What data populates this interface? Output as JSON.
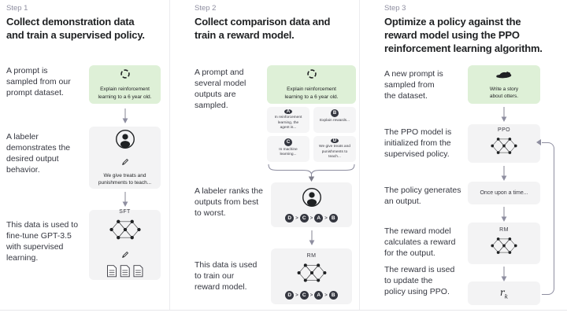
{
  "colors": {
    "prompt_box_green": "#def0d7",
    "model_box_gray": "#f3f3f4",
    "node_dark": "#353740",
    "step_label_gray": "#8e8ea0"
  },
  "step1": {
    "label": "Step 1",
    "heading": "Collect demonstration data\nand train a supervised policy.",
    "prompt_caption": "A prompt is\nsampled from our\nprompt dataset.",
    "prompt_box_text": "Explain reinforcement\nlearning to a 6 year old.",
    "labeler_caption": "A labeler\ndemonstrates the\ndesired output\nbehavior.",
    "labeler_box_text": "We give treats and\npunishments to teach...",
    "sft_caption": "This data is used to\nfine-tune GPT-3.5\nwith supervised\nlearning.",
    "sft_model_label": "SFT"
  },
  "step2": {
    "label": "Step 2",
    "heading": "Collect comparison data and\ntrain a reward model.",
    "sampling_caption": "A prompt and\nseveral model\noutputs are\nsampled.",
    "prompt_box_text": "Explain reinforcement\nlearning to a 6 year old.",
    "outputs": [
      {
        "letter": "A",
        "text": "In reinforcement\nlearning, the\nagent is..."
      },
      {
        "letter": "B",
        "text": "Explain rewards..."
      },
      {
        "letter": "C",
        "text": "In machine\nlearning..."
      },
      {
        "letter": "D",
        "text": "We give treats and\npunishments to\nteach..."
      }
    ],
    "ranking_caption": "A labeler ranks the\noutputs from best\nto worst.",
    "ranking": [
      "D",
      "C",
      "A",
      "B"
    ],
    "ranking_sep": ">",
    "rm_caption": "This data is used\nto train our\nreward model.",
    "rm_model_label": "RM"
  },
  "step3": {
    "label": "Step 3",
    "heading": "Optimize a policy against the\nreward model using the PPO\nreinforcement learning algorithm.",
    "prompt_caption": "A new prompt is\nsampled from\nthe dataset.",
    "prompt_box_text": "Write a story\nabout otters.",
    "ppo_caption": "The PPO model is\ninitialized from the\nsupervised policy.",
    "ppo_model_label": "PPO",
    "output_caption": "The policy generates\nan output.",
    "output_box_text": "Once upon a time...",
    "rm_caption": "The reward model\ncalculates a reward\nfor the output.",
    "rm_model_label": "RM",
    "reward_caption": "The reward is used\nto update the\npolicy using PPO.",
    "reward_var": "r",
    "reward_sub": "k"
  }
}
